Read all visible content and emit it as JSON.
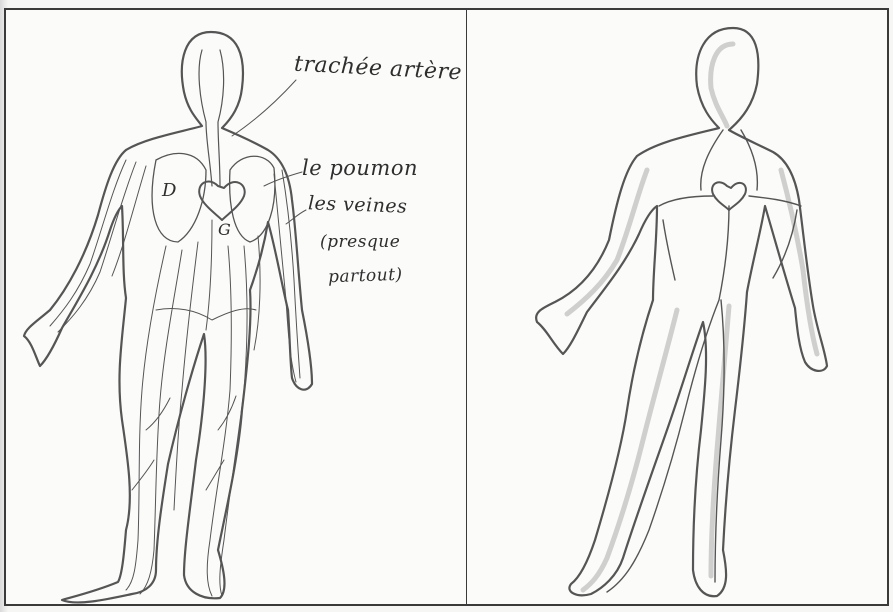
{
  "left_drawing": {
    "labels": {
      "trachee": "trachée artère",
      "poumon": "le poumon",
      "veines": "les veines",
      "presque": "(presque",
      "partout": "partout)"
    },
    "heart_letters": {
      "d": "D",
      "g": "G"
    }
  },
  "right_drawing": {},
  "colors": {
    "pencil": "#555555",
    "pencil_light": "#8a8a8a",
    "paper": "#fbfbfa",
    "frame": "#3a3a3a"
  }
}
